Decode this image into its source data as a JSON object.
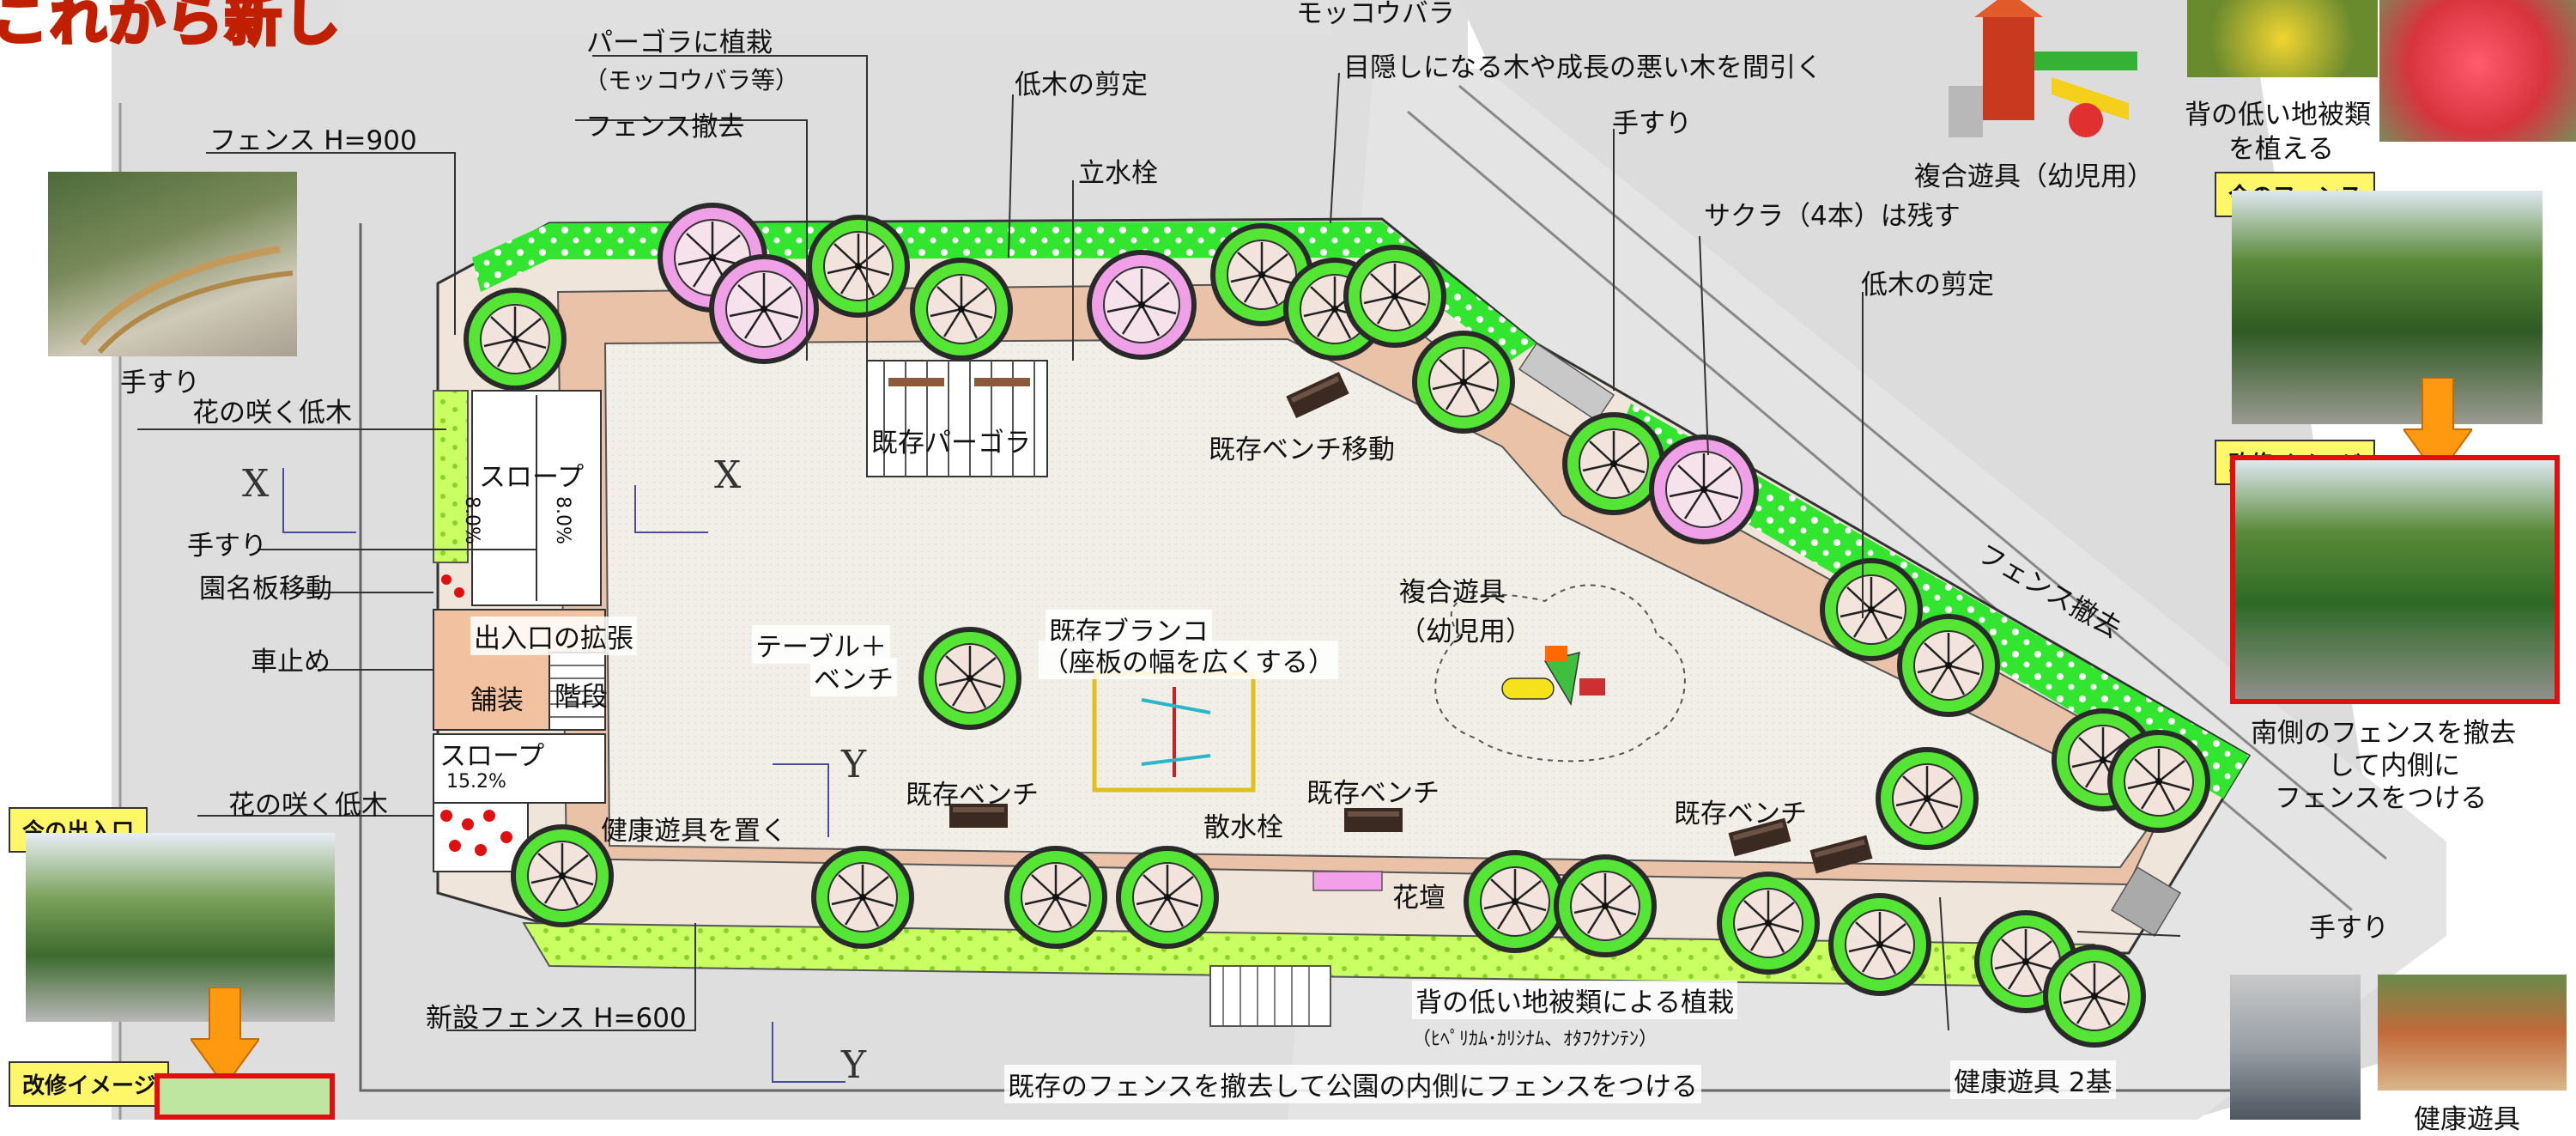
{
  "title": {
    "fragment": "これから新し"
  },
  "labels": {
    "pergola_planting": "パーゴラに植栽",
    "pergola_planting_note": "（モッコウバラ等）",
    "fence_removal_top": "フェンス撤去",
    "fence_h900": "フェンス H=900",
    "pruning_top": "低木の剪定",
    "standpipe": "立水栓",
    "thinning": "目隠しになる木や成長の悪い木を間引く",
    "mokkoubara": "モッコウバラ",
    "handrail_top": "手すり",
    "sakura": "サクラ（4本）は残す",
    "pruning_right": "低木の剪定",
    "fence_removal_right": "フェンス撤去",
    "handrail_left": "手すり",
    "flower_shrub_top": "花の咲く低木",
    "slope_top": "スロープ",
    "slope_pct_a": "8.0%",
    "slope_pct_b": "8.0%",
    "handrail_mid": "手すり",
    "park_sign": "園名板移動",
    "bollard": "車止め",
    "entrance_widen": "出入口の拡張",
    "paving": "舗装",
    "stairs": "階段",
    "slope_bottom": "スロープ",
    "slope_bottom_pct": "15.2%",
    "flower_shrub_bottom": "花の咲く低木",
    "health_equipment": "健康遊具を置く",
    "existing_pergola": "既存パーゴラ",
    "existing_bench_move": "既存ベンチ移動",
    "table_bench_1": "テーブル＋",
    "table_bench_2": "ベンチ",
    "swing_1": "既存ブランコ",
    "swing_2": "（座板の幅を広くする）",
    "playset_1": "複合遊具",
    "playset_2": "（幼児用）",
    "bench_a": "既存ベンチ",
    "bench_b": "既存ベンチ",
    "bench_c": "既存ベンチ",
    "sprinkler": "散水栓",
    "flowerbed": "花壇",
    "new_fence": "新設フェンス H=600",
    "groundcover_planting": "背の低い地被類による植栽",
    "groundcover_note": "（ﾋﾍﾟﾘｶﾑ･ｶﾘｼﾅﾑ、ｵﾀﾌｸﾅﾝﾃﾝ）",
    "fence_inside_bottom": "既存のフェンスを撤去して公園の内側にフェンスをつける",
    "health_equipment_2": "健康遊具 2基",
    "handrail_right": "手すり",
    "axis_x1": "X",
    "axis_x2": "X",
    "axis_y1": "Y",
    "axis_y2": "Y"
  },
  "sidebar": {
    "playset_caption": "複合遊具（幼児用）",
    "groundcover_caption_1": "背の低い地被類",
    "groundcover_caption_2": "を植える",
    "current_fence": "今のフェンス",
    "renovation_image_right": "改修イメージ",
    "south_fence_1": "南側のフェンスを撤去",
    "south_fence_2": "して内側に",
    "south_fence_3": "フェンスをつける",
    "current_entrance": "今の出入口",
    "renovation_image_left": "改修イメージ",
    "health_caption": "健康遊具"
  },
  "colors": {
    "ground": "#f2eee6",
    "plaza": "#f3f1ea",
    "path": "#e9c2a8",
    "hedge": "#32e52f",
    "groundcover": "#c9ff63",
    "road": "#d9d9d9",
    "accent_red": "#e01010",
    "label_yellow": "#fff76a",
    "arrow_orange": "#ff9a10"
  },
  "icons": {
    "tree": "tree-canopy-icon",
    "sakura": "cherry-tree-icon",
    "bench": "bench-icon",
    "arrow": "orange-down-arrow-icon"
  }
}
